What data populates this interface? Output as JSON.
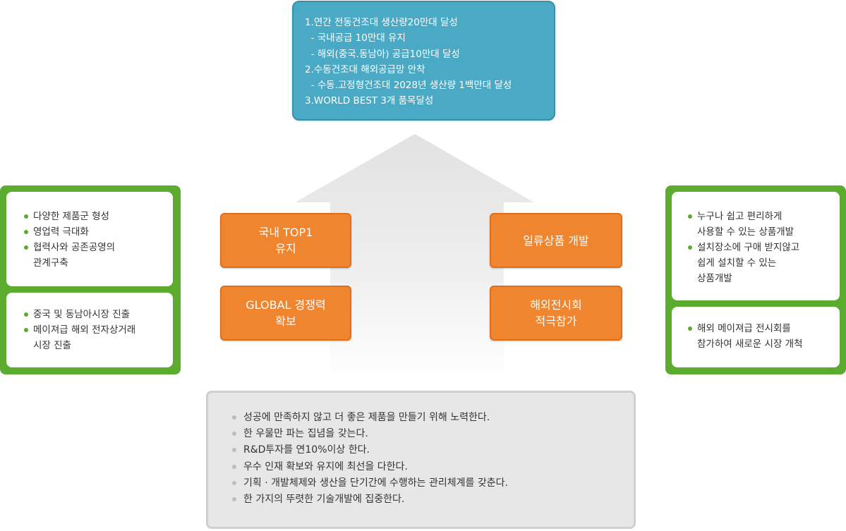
{
  "goal": {
    "lines": [
      "1.연간 전동건조대 생산량20만대 달성",
      "  - 국내공급 10만대 유지",
      "  - 해외(중국.동남아) 공급10만대 달성",
      "2.수동건조대 해외공급망 안착",
      "  - 수동.고정형건조대 2028년 생산량 1백만대 달성",
      "3.WORLD BEST 3개 품목달성"
    ]
  },
  "center": {
    "left_top": [
      "국내 TOP1",
      "유지"
    ],
    "left_bottom": [
      "GLOBAL 경쟁력",
      "확보"
    ],
    "right_top": [
      "일류상품 개발"
    ],
    "right_bottom": [
      "해외전시회",
      "적극참가"
    ]
  },
  "left_panel": {
    "card1": [
      "다양한 제품군 형성",
      "영업력 극대화",
      "협력사와 공존공영의\n관계구축"
    ],
    "card2": [
      "중국 및 동남아시장 진출",
      "메이져급 해외 전자상거래\n시장 진출"
    ]
  },
  "right_panel": {
    "card1": [
      "누구나 쉽고 편리하게\n사용할 수 있는 상품개발",
      "설치장소에 구애 받지않고\n쉽게 설치할 수 있는\n상품개발"
    ],
    "card2": [
      "해외 메이져급 전시회를\n참가하여 새로운 시장 개척"
    ]
  },
  "values": [
    "성공에 만족하지 않고 더 좋은 제품을 만들기 위해 노력한다.",
    "한 우물만 파는 집념을 갖는다.",
    "R&D투자를 연10%이상 한다.",
    "우수 인재 확보와 유지에 최선을 다한다.",
    "기획 · 개발체제와 생산을 단기간에 수행하는 관리체계를 갖춘다.",
    "한 가지의 뚜렷한 기술개발에 집중한다."
  ],
  "colors": {
    "goal_blue": "#4aa9c4",
    "accent_orange": "#f08530",
    "panel_green": "#5aab2e",
    "values_gray": "#e7e7e7"
  }
}
